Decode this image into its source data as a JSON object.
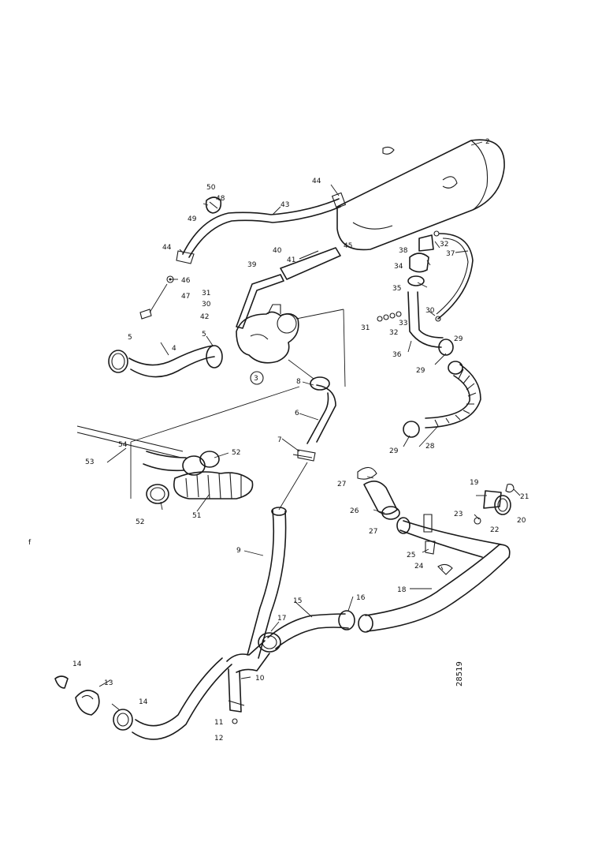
{
  "diagram": {
    "side_code": "28519",
    "stray_mark": "f",
    "callouts": {
      "c2": "2",
      "c3": "3",
      "c4": "4",
      "c5": "5",
      "c5b": "5",
      "c6": "6",
      "c7": "7",
      "c8": "8",
      "c9": "9",
      "c10": "10",
      "c11": "11",
      "c12": "12",
      "c13": "13",
      "c14": "14",
      "c14b": "14",
      "c15": "15",
      "c16": "16",
      "c17": "17",
      "c18": "18",
      "c19": "19",
      "c20": "20",
      "c21": "21",
      "c22": "22",
      "c23": "23",
      "c24": "24",
      "c25": "25",
      "c26": "26",
      "c27": "27",
      "c27b": "27",
      "c28": "28",
      "c29": "29",
      "c29b": "29",
      "c30": "30",
      "c31": "31",
      "c32": "32",
      "c33": "33",
      "c34": "34",
      "c35": "35",
      "c36": "36",
      "c37": "37",
      "c38": "38",
      "c39": "39",
      "c40": "40",
      "c41": "41",
      "c42": "42",
      "c43": "43",
      "c44": "44",
      "c44b": "44",
      "c45": "45",
      "c46": "46",
      "c47": "47",
      "c48": "48",
      "c49": "49",
      "c50": "50",
      "c51": "51",
      "c52": "52",
      "c52b": "52",
      "c53": "53",
      "c54": "54"
    }
  }
}
